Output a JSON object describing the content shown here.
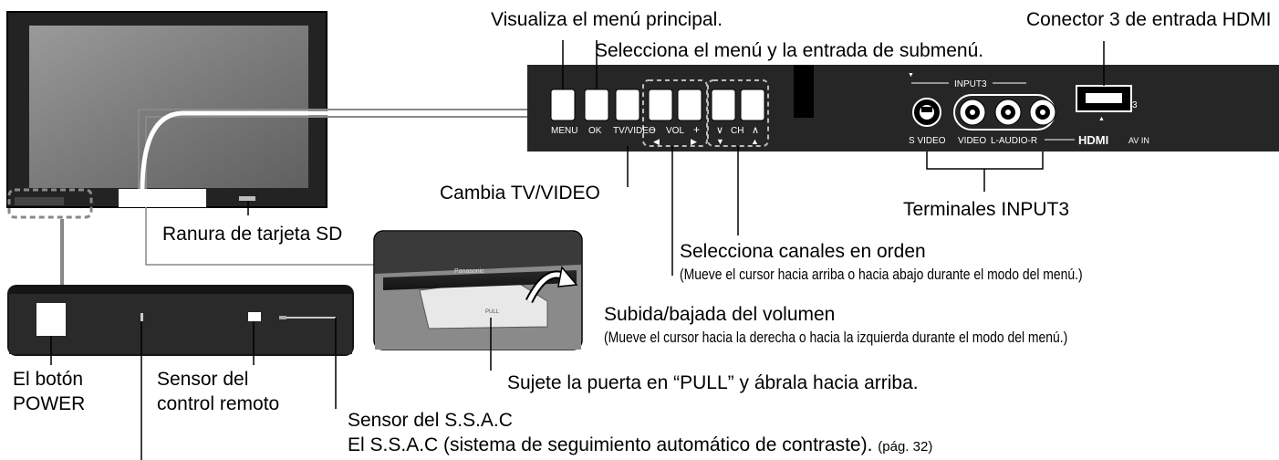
{
  "tv": {
    "brand": "Panasonic"
  },
  "panel_labels": {
    "menu": "MENU",
    "ok": "OK",
    "tv_video": "TV/VIDEO",
    "vol": "VOL",
    "vol_minus": "−",
    "vol_plus": "+",
    "ch": "CH",
    "ch_down": "∨",
    "ch_up": "∧",
    "input3": "INPUT3",
    "s_video": "S VIDEO",
    "video": "VIDEO",
    "l_audio_r": "L-AUDIO-R",
    "hdmi_logo": "HDMI",
    "av_in": "AV IN",
    "hdmi_port_num": "3",
    "pull": "PULL"
  },
  "callouts": {
    "main_menu": "Visualiza el menú principal.",
    "select_submenu": "Selecciona el menú y la entrada de submenú.",
    "hdmi3": "Conector 3 de entrada HDMI",
    "tv_video": "Cambia TV/VIDEO",
    "terminals": "Terminales INPUT3",
    "sd_slot": "Ranura de tarjeta SD",
    "channels": "Selecciona canales en orden",
    "channels_note": "(Mueve el cursor hacia arriba o hacia abajo durante el modo del menú.)",
    "volume": "Subida/bajada del volumen",
    "volume_note": "(Mueve el cursor hacia la derecha o hacia la izquierda durante el modo del menú.)",
    "power_1": "El botón",
    "power_2": "POWER",
    "remote_1": "Sensor del",
    "remote_2": "control remoto",
    "door": "Sujete la puerta en “PULL” y ábrala hacia arriba.",
    "ssac": "Sensor del S.S.A.C",
    "ssac_desc": "El S.S.A.C (sistema de seguimiento automático de contraste).",
    "ssac_page": "(pág. 32)"
  }
}
